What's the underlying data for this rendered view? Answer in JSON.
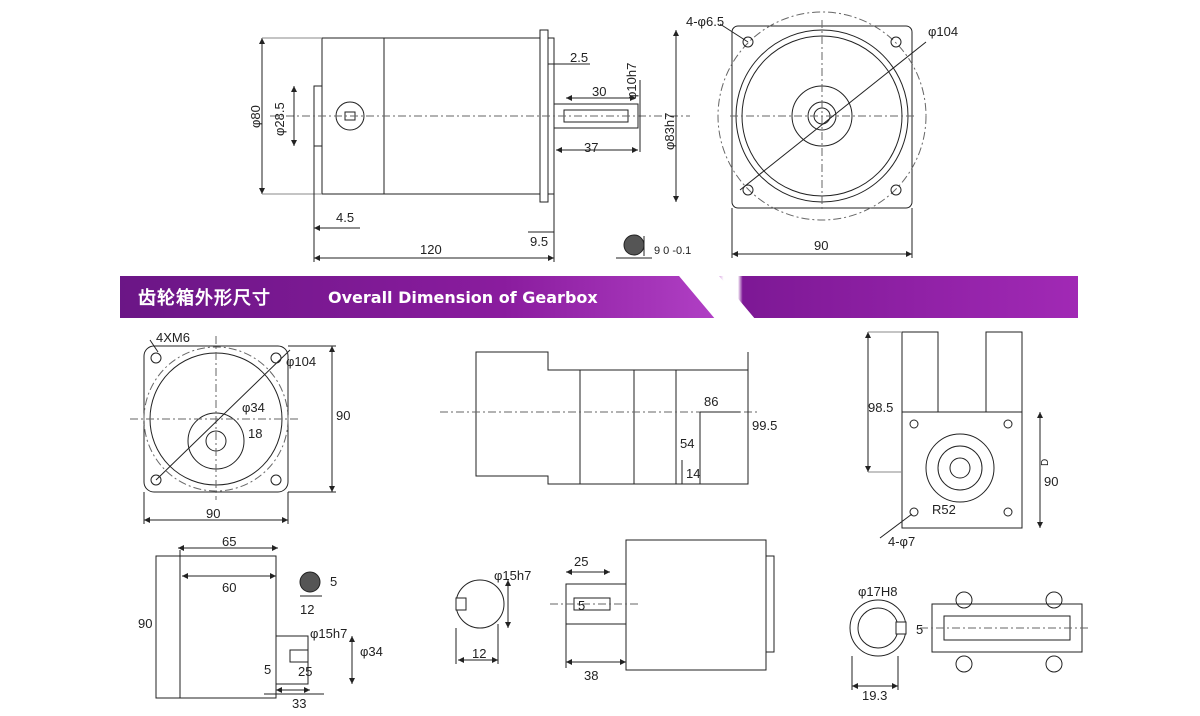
{
  "banner": {
    "title_cn": "齿轮箱外形尺寸",
    "title_en": "Overall Dimension of Gearbox"
  },
  "motor_side": {
    "d80": "φ80",
    "d28_5": "φ28.5",
    "d2_5": "2.5",
    "d30": "30",
    "d10h7": "φ10h7",
    "d37": "37",
    "d83h7": "φ83h7",
    "d4_5": "4.5",
    "d120": "120",
    "d9_5": "9.5"
  },
  "motor_front": {
    "holes": "4-φ6.5",
    "d104": "φ104",
    "d90": "90"
  },
  "key_detail": {
    "tol": "9 0 -0.1"
  },
  "gear_front": {
    "holes": "4XM6",
    "d104": "φ104",
    "d34": "φ34",
    "d18": "18",
    "d90h": "90",
    "d90w": "90"
  },
  "gear_side": {
    "d86": "86",
    "d99_5": "99.5",
    "d54": "54",
    "d14": "14"
  },
  "gear_right": {
    "d98_5": "98.5",
    "d90": "90",
    "r52": "R52",
    "holes": "4-φ7",
    "small_d": "D"
  },
  "gear_bottom_left": {
    "d65": "65",
    "d60": "60",
    "d90": "90",
    "d5": "5",
    "d12": "12",
    "d15h7": "φ15h7",
    "d34": "φ34",
    "k5": "5",
    "d25": "25",
    "d33": "33"
  },
  "shaft_section": {
    "d15h7": "φ15h7",
    "d12": "12"
  },
  "shaft_side": {
    "d25": "25",
    "d5": "5",
    "d38": "38"
  },
  "hollow_shaft": {
    "d17H8": "φ17H8",
    "d5": "5",
    "d19_3": "19.3"
  }
}
